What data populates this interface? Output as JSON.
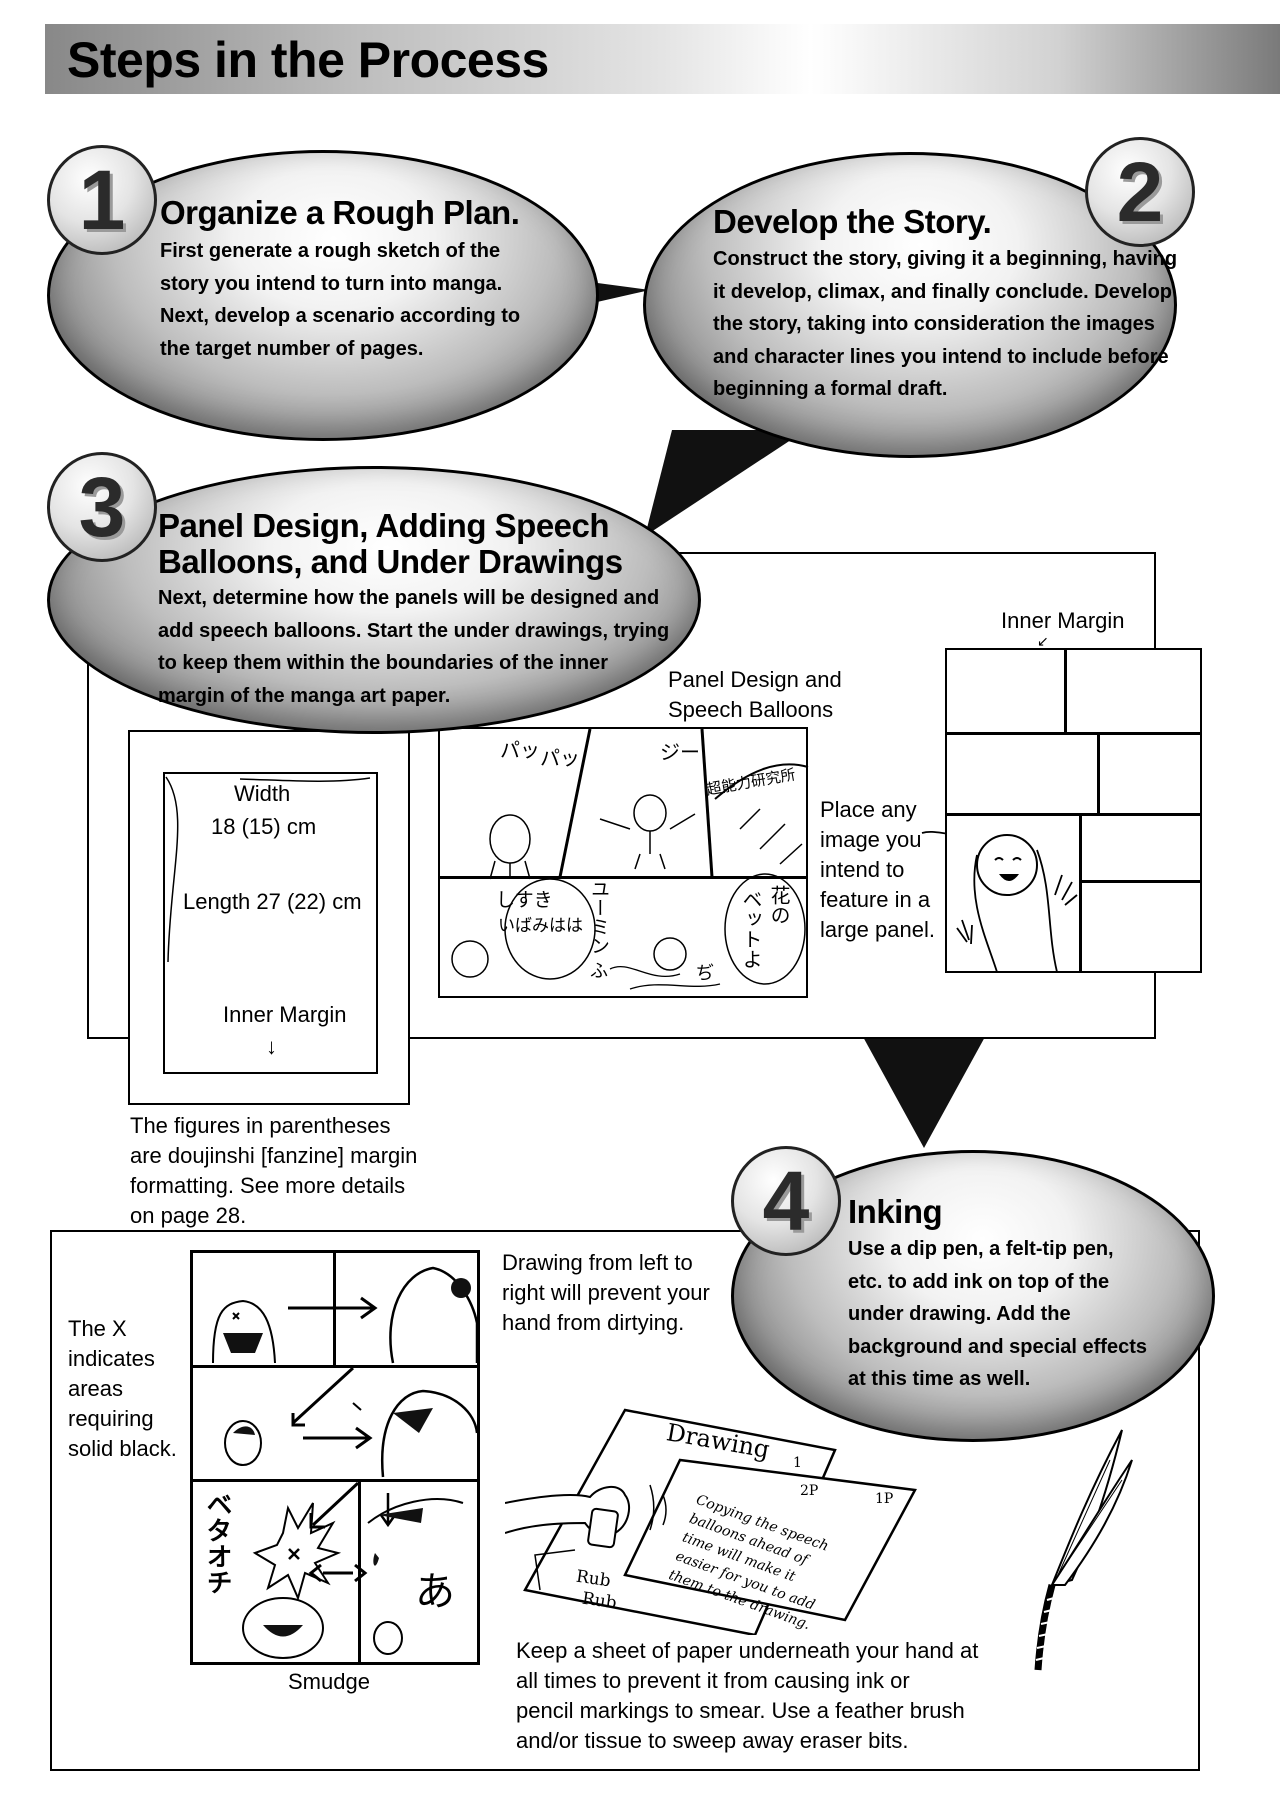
{
  "page": {
    "title": "Steps in the Process"
  },
  "steps": [
    {
      "number": "1",
      "title": "Organize a Rough Plan.",
      "lines": [
        "First generate a rough sketch of the",
        "story you intend to turn into manga.",
        "Next, develop a scenario according to",
        "the target number of pages."
      ]
    },
    {
      "number": "2",
      "title": "Develop the Story.",
      "lines": [
        "Construct the story, giving it a beginning, having",
        "it develop, climax, and finally conclude. Develop",
        "the story, taking into consideration the images",
        "and character lines you intend to include before",
        "beginning a formal draft."
      ]
    },
    {
      "number": "3",
      "title_lines": [
        "Panel Design, Adding Speech",
        "Balloons, and Under Drawings"
      ],
      "lines": [
        "Next, determine how the panels will be designed and",
        "add speech balloons. Start the under drawings, trying",
        "to keep them within the boundaries of the inner",
        "margin of the manga art paper."
      ]
    },
    {
      "number": "4",
      "title": "Inking",
      "lines": [
        "Use a dip pen, a felt-tip pen,",
        "etc. to add ink on top of the",
        "under drawing. Add the",
        "background and special effects",
        "at this time as well."
      ]
    }
  ],
  "step3_illustration": {
    "paper": {
      "width_label": "Width",
      "width_value": "18 (15) cm",
      "length_label": "Length 27 (22) cm",
      "inner_margin_label": "Inner Margin",
      "arrow": "↓"
    },
    "footnote": [
      "The figures in parentheses",
      "are doujinshi [fanzine] margin",
      "formatting. See more details",
      "on page 28."
    ],
    "panel_caption": [
      "Panel Design and",
      "Speech Balloons"
    ],
    "sfx": [
      "パッ",
      "パッ",
      "ジー",
      "超能力研究所",
      "しすき",
      "ユーミン",
      "いばみはは",
      "花の",
      "ベットよ",
      "ふ",
      "ぢ"
    ],
    "inner_margin_caption": "Inner Margin",
    "large_panel_note": [
      "Place any",
      "image you",
      "intend to",
      "feature in a",
      "large panel."
    ]
  },
  "step4_illustration": {
    "x_note": [
      "The X",
      "indicates",
      "areas",
      "requiring",
      "solid black."
    ],
    "left_right_note": [
      "Drawing from left to",
      "right will prevent your",
      "hand from dirtying."
    ],
    "smudge_label": "Smudge",
    "sfx": [
      "ベタオチ",
      "あ"
    ],
    "paper_sheet": {
      "title": "Drawing",
      "page_a": "1",
      "page_b": "2P",
      "page_c": "1P",
      "rub": "Rub",
      "rub2": "Rub",
      "lines": [
        "Copying the speech",
        "balloons ahead of",
        "time will make it",
        "easier for you to add",
        "them to the drawing."
      ]
    },
    "bottom_note": [
      "Keep a sheet of paper underneath your hand at",
      "all times to prevent it from causing ink or",
      "pencil markings to smear. Use a feather brush",
      "and/or tissue to sweep away eraser bits."
    ]
  }
}
